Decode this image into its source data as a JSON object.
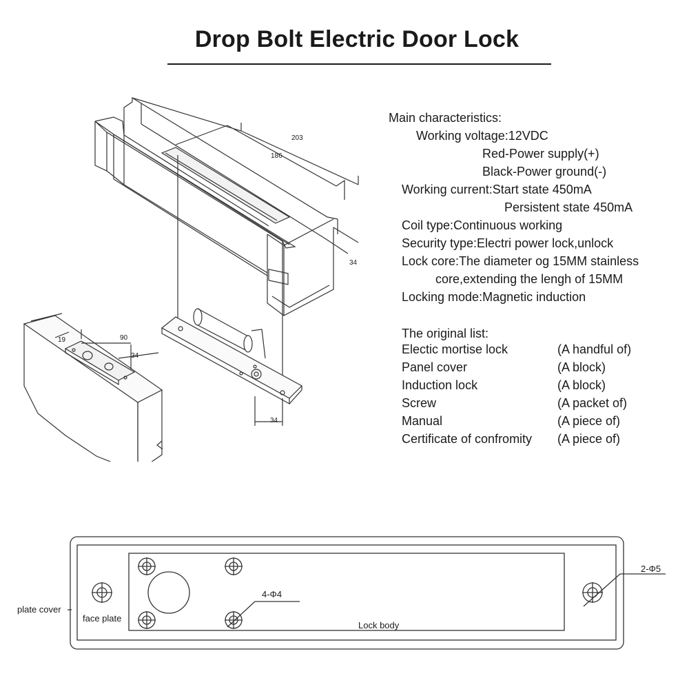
{
  "title": "Drop Bolt Electric Door Lock",
  "specs": {
    "heading": "Main characteristics:",
    "voltage": "Working voltage:12VDC",
    "red_wire": "Red-Power supply(+)",
    "black_wire": "Black-Power ground(-)",
    "current_start": "Working current:Start state 450mA",
    "current_persistent": "Persistent state 450mA",
    "coil": "Coil type:Continuous working",
    "security": "Security type:Electri power lock,unlock",
    "core_1": "Lock core:The diameter og 15MM stainless",
    "core_2": "core,extending the lengh of 15MM",
    "locking": "Locking mode:Magnetic induction"
  },
  "list": {
    "heading": "The original list:",
    "items": [
      {
        "name": "Electic mortise lock",
        "qty": "(A handful of)"
      },
      {
        "name": "Panel cover",
        "qty": "(A block)"
      },
      {
        "name": "Induction lock",
        "qty": "(A block)"
      },
      {
        "name": "Screw",
        "qty": "(A packet of)"
      },
      {
        "name": "Manual",
        "qty": "(A piece of)"
      },
      {
        "name": "Certificate of confromity",
        "qty": "(A piece of)"
      }
    ]
  },
  "iso_dims": {
    "d203": "203",
    "d186": "186",
    "d34_top": "34",
    "d34_plate": "34",
    "d19": "19",
    "d90": "90",
    "d34_left": "34"
  },
  "plan": {
    "plate_cover": "plate cover",
    "face_plate": "face plate",
    "lock_body": "Lock body",
    "holes_4": "4-Φ4",
    "holes_2": "2-Φ5"
  }
}
